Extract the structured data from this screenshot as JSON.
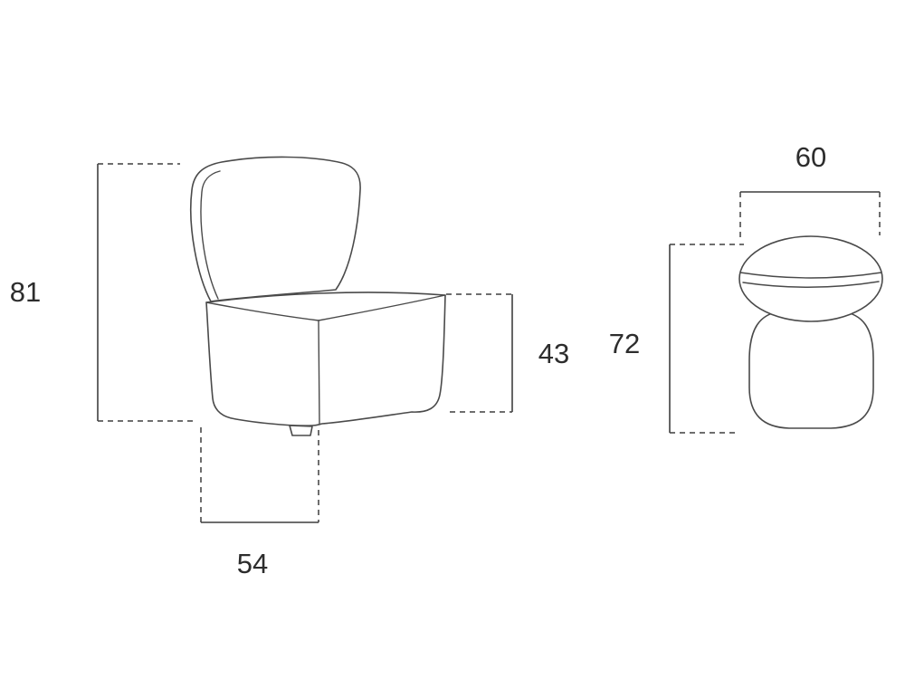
{
  "diagram": {
    "dimensions": {
      "total_height": "81",
      "seat_height": "43",
      "seat_width": "54",
      "depth": "60",
      "side_height": "72"
    },
    "colors": {
      "line": "#4a4a4a",
      "dimension_line": "#3f3f3f",
      "text": "#2d2d2d",
      "background": "#ffffff"
    }
  }
}
